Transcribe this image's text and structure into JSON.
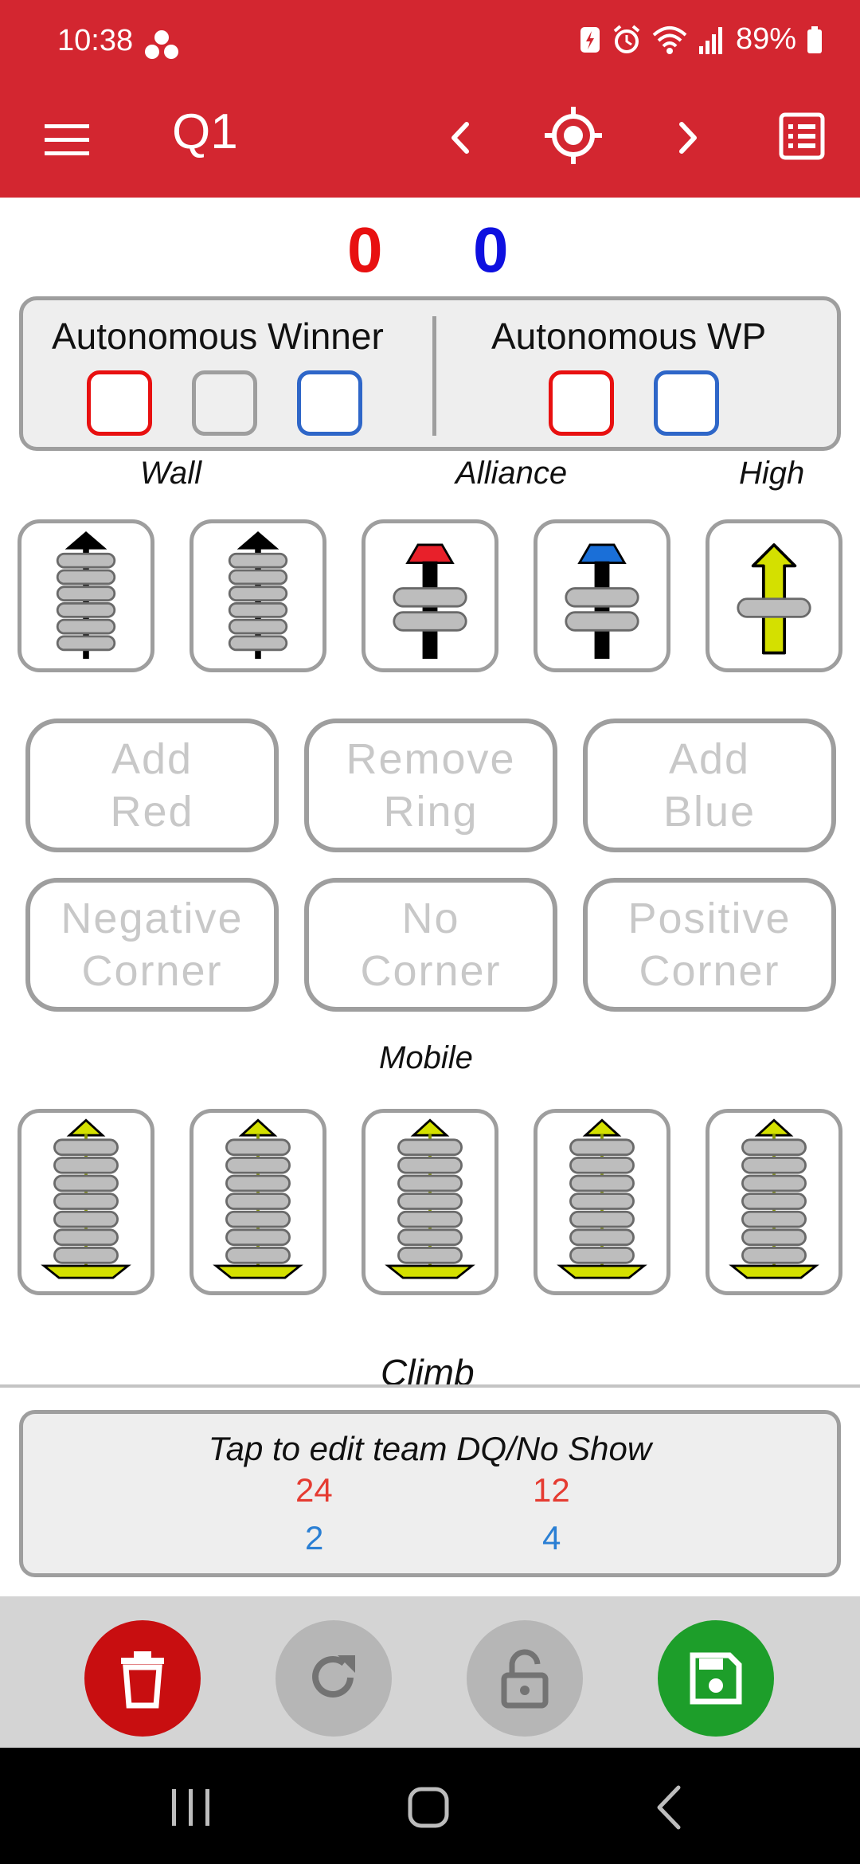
{
  "status": {
    "time": "10:38",
    "battery": "89%"
  },
  "appbar": {
    "title": "Q1"
  },
  "scores": {
    "red": "0",
    "blue": "0"
  },
  "autonomous": {
    "winner_label": "Autonomous Winner",
    "wp_label": "Autonomous WP"
  },
  "sections": {
    "wall": "Wall",
    "alliance": "Alliance",
    "high": "High",
    "mobile": "Mobile",
    "climb": "Climb"
  },
  "actions": {
    "add_red": [
      "Add",
      "Red"
    ],
    "remove_ring": [
      "Remove",
      "Ring"
    ],
    "add_blue": [
      "Add",
      "Blue"
    ],
    "negative_corner": [
      "Negative",
      "Corner"
    ],
    "no_corner": [
      "No",
      "Corner"
    ],
    "positive_corner": [
      "Positive",
      "Corner"
    ]
  },
  "teams": {
    "hint": "Tap to edit team DQ/No Show",
    "red": [
      "24",
      "12"
    ],
    "blue": [
      "2",
      "4"
    ]
  },
  "colors": {
    "accent": "#d32630",
    "red": "#e81010",
    "blue": "#0e10e0",
    "save": "#1d9e2a",
    "delete": "#c80e10"
  }
}
